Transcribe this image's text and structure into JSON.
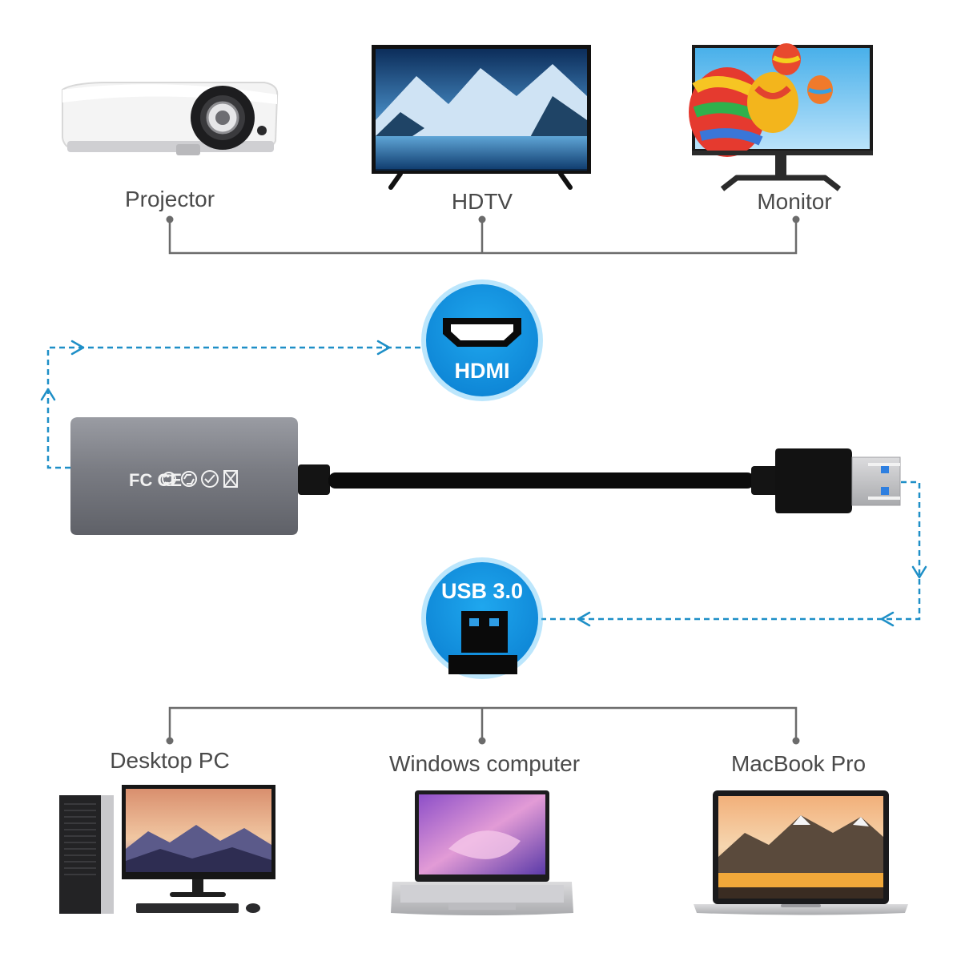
{
  "output_devices": [
    {
      "label": "Projector",
      "icon": "projector-icon"
    },
    {
      "label": "HDTV",
      "icon": "hdtv-icon"
    },
    {
      "label": "Monitor",
      "icon": "monitor-icon"
    }
  ],
  "input_devices": [
    {
      "label": "Desktop PC",
      "icon": "desktop-pc-icon"
    },
    {
      "label": "Windows computer",
      "icon": "laptop-icon"
    },
    {
      "label": "MacBook Pro",
      "icon": "macbook-icon"
    }
  ],
  "badges": {
    "hdmi": {
      "label": "HDMI",
      "icon": "hdmi-port-icon"
    },
    "usb": {
      "label": "USB 3.0",
      "icon": "usb-port-icon"
    }
  },
  "adapter": {
    "marks": "FC CE",
    "icon": "usb-hdmi-adapter-icon"
  },
  "colors": {
    "badge": "#1a9be6",
    "badge_ring": "#3fb8f5",
    "flow_line": "#1e8fc7",
    "connector_line": "#6b6b6b",
    "label_text": "#4a4a4a",
    "adapter_body": "#7d7f86",
    "usb_port_blue": "#2e7fe0"
  }
}
